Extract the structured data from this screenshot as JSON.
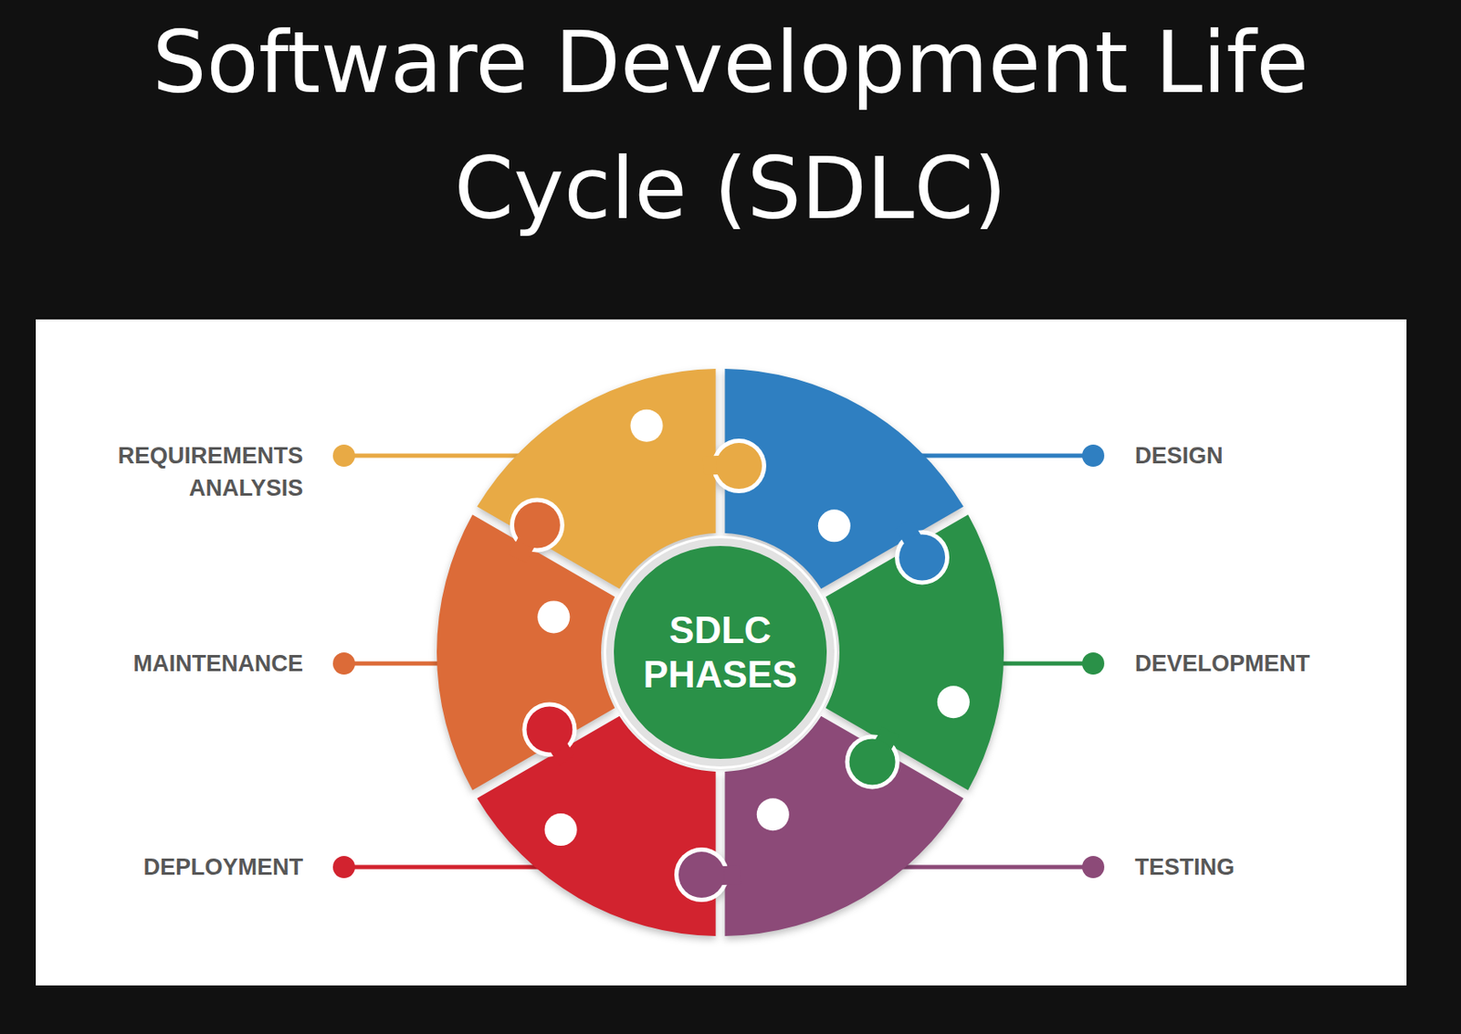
{
  "diagram": {
    "title": "Software Development Life Cycle (SDLC)",
    "nodes": [
      {
        "text": [
          "SDLC PHASES"
        ]
      }
    ],
    "labels": [
      "REQUIREMENTS ANALYSIS",
      "DESIGN",
      "MAINTENANCE",
      "DEVELOPMENT",
      "DEPLOYMENT",
      "TESTING"
    ]
  }
}
